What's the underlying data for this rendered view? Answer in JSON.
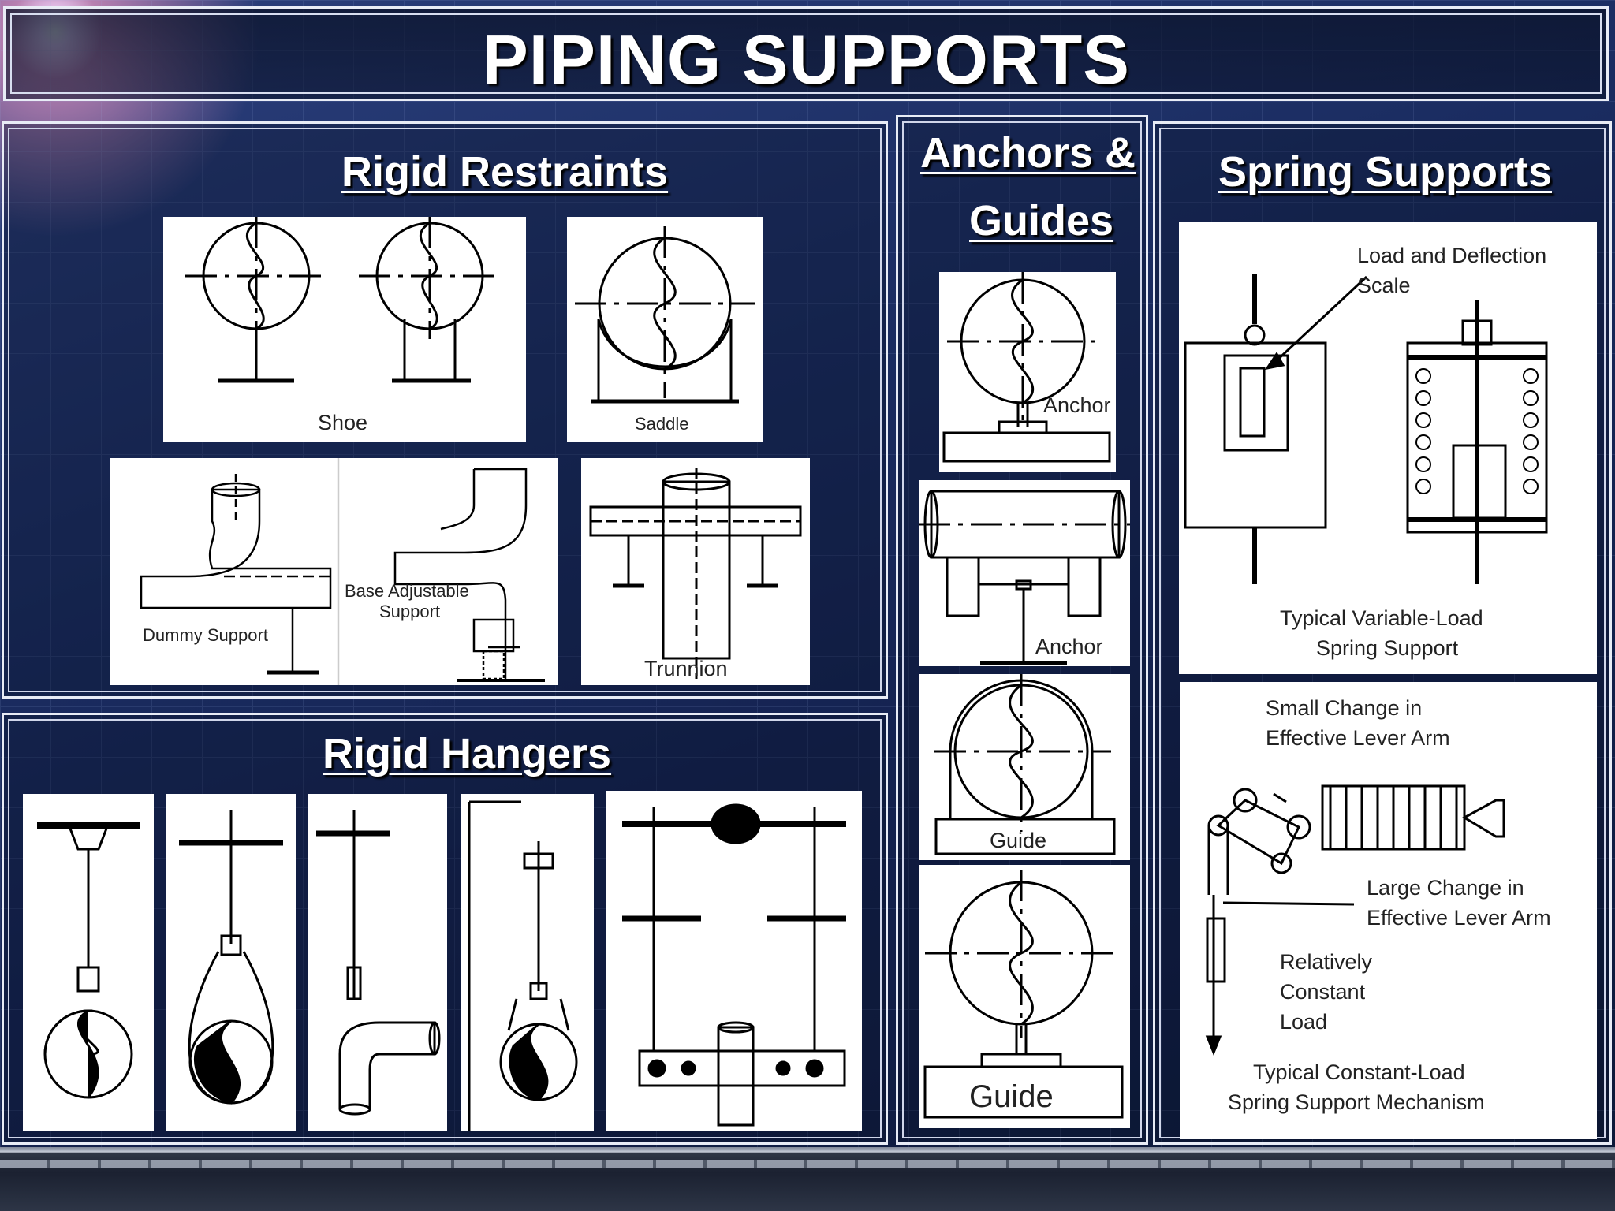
{
  "title": "PIPING SUPPORTS",
  "sections": {
    "rigid_restraints": "Rigid Restraints",
    "rigid_hangers": "Rigid Hangers",
    "anchors_guides_line1": "Anchors &",
    "anchors_guides_line2": "Guides",
    "spring_supports": "Spring Supports"
  },
  "labels": {
    "shoe": "Shoe",
    "saddle": "Saddle",
    "dummy_support": "Dummy Support",
    "base_adjustable_1": "Base Adjustable",
    "base_adjustable_2": "Support",
    "trunnion": "Trunnion",
    "anchor_1": "Anchor",
    "anchor_2": "Anchor",
    "guide_1": "Guide",
    "guide_2": "Guide",
    "load_deflection_1": "Load and Deflection",
    "load_deflection_2": "Scale",
    "variable_load_1": "Typical Variable-Load",
    "variable_load_2": "Spring Support",
    "small_change_1": "Small Change in",
    "small_change_2": "Effective Lever Arm",
    "large_change_1": "Large Change in",
    "large_change_2": "Effective Lever Arm",
    "relatively": "Relatively",
    "constant": "Constant",
    "load": "Load",
    "constant_load_1": "Typical Constant-Load",
    "constant_load_2": "Spring Support Mechanism"
  }
}
